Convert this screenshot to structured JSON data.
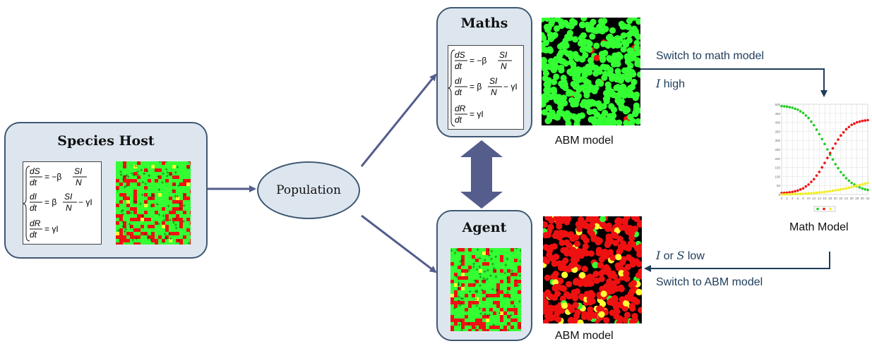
{
  "species_box": {
    "title": "Species Host"
  },
  "population": {
    "label": "Population"
  },
  "maths_box": {
    "title": "Maths"
  },
  "agent_box": {
    "title": "Agent"
  },
  "equations": {
    "dS": "dS",
    "dI": "dI",
    "dR": "dR",
    "dt": "dt",
    "rhs_s": "= −β",
    "rhs_i": "= β",
    "rhs_i_tail": "− γI",
    "rhs_r": "= γI",
    "frac_num": "SI",
    "frac_den": "N"
  },
  "captions": {
    "abm_top": "ABM model",
    "abm_bottom": "ABM model",
    "math_model": "Math Model"
  },
  "switch_labels": {
    "to_math": "Switch to math model",
    "i_high_var": "I",
    "i_high_text": " high",
    "low_var1": "I",
    "low_or": " or ",
    "low_var2": "S",
    "low_text": " low",
    "to_abm": "Switch to ABM model"
  },
  "colors": {
    "box_fill": "#dde6ef",
    "box_border": "#3f5872",
    "arrow": "#545d8c",
    "switch_arrow": "#1e3c5a",
    "susceptible": "#33ff33",
    "infected": "#ee1111",
    "recovered": "#ffff33"
  },
  "chart_data": {
    "type": "line",
    "x": [
      0,
      2,
      4,
      6,
      8,
      10,
      12,
      14,
      16,
      18,
      20,
      22,
      24,
      26,
      28,
      30,
      32
    ],
    "ylim": [
      0,
      500
    ],
    "xlim": [
      0,
      32
    ],
    "x_ticks": [
      "0",
      "2",
      "4",
      "6",
      "8",
      "10",
      "12",
      "14",
      "16",
      "18",
      "20",
      "22",
      "24",
      "26",
      "28",
      "30",
      "32"
    ],
    "y_ticks": [
      "0",
      "50",
      "100",
      "150",
      "200",
      "250",
      "300",
      "350",
      "400",
      "450",
      "500"
    ],
    "series": [
      {
        "color": "#22cc22",
        "values": [
          490,
          487,
          481,
          470,
          452,
          424,
          384,
          335,
          280,
          220,
          168,
          124,
          90,
          64,
          46,
          33,
          25
        ]
      },
      {
        "color": "#ee1111",
        "values": [
          8,
          10,
          14,
          22,
          34,
          55,
          85,
          125,
          175,
          230,
          282,
          327,
          362,
          386,
          400,
          408,
          412
        ]
      },
      {
        "color": "#eeee22",
        "values": [
          0,
          1,
          2,
          3,
          4,
          6,
          8,
          11,
          14,
          18,
          23,
          28,
          34,
          41,
          49,
          56,
          64
        ]
      }
    ],
    "grid": true,
    "legend": "bottom"
  }
}
